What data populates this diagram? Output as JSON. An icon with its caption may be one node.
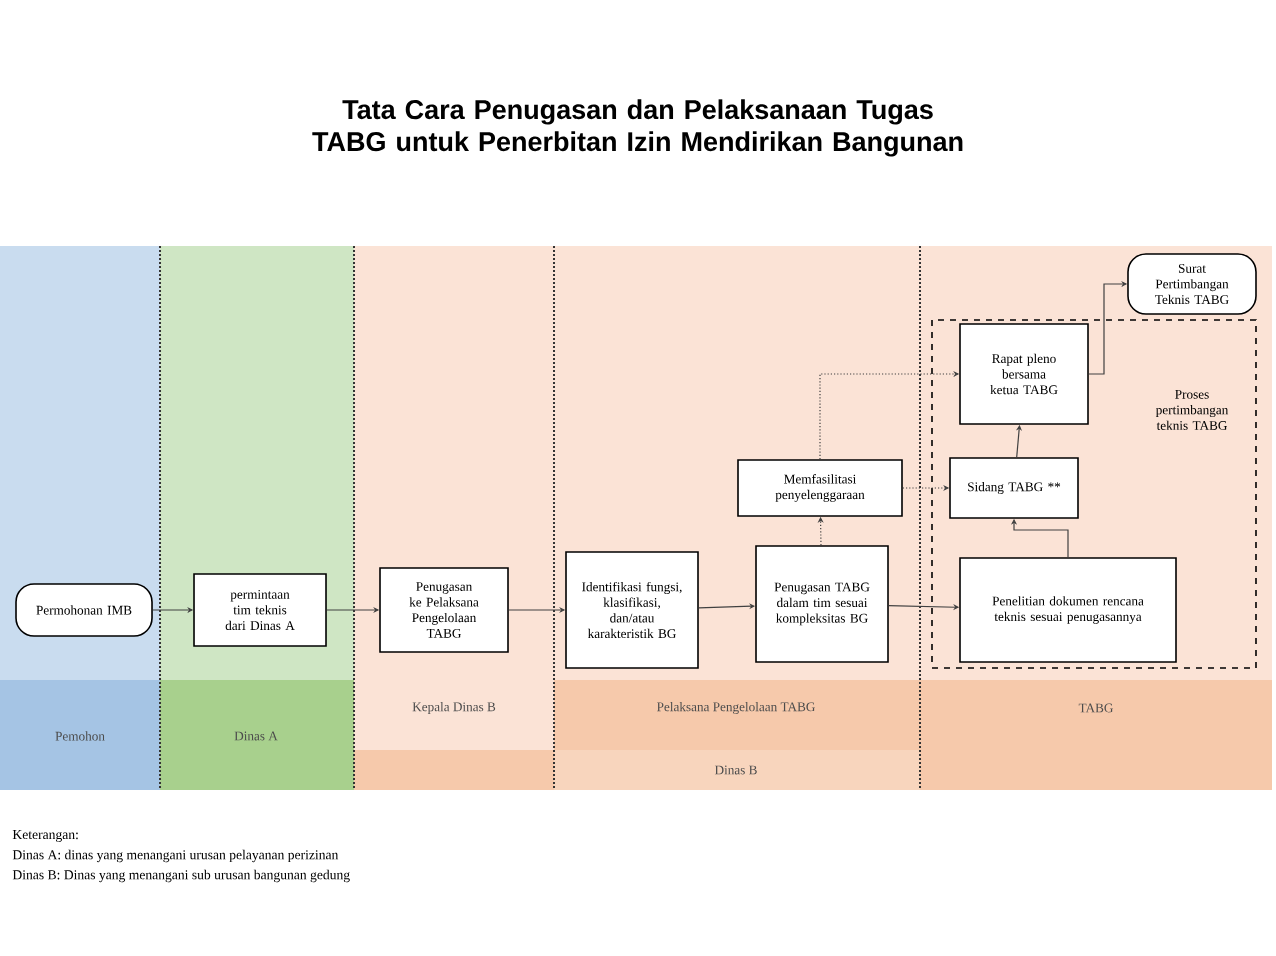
{
  "diagram": {
    "title": "Tata Cara Penugasan dan Pelaksanaan Tugas TABG untuk Penerbitan Izin Mendirikan Bangunan",
    "nodes": [
      {
        "text": [
          "Permohonan IMB"
        ]
      },
      {
        "text": [
          "permintaan tim teknis dari Dinas A"
        ]
      },
      {
        "text": [
          "Penugasan ke Pelaksana Pengelolaan TABG"
        ]
      },
      {
        "text": [
          "Identifikasi fungsi, klasifikasi, dan/atau karakteristik BG"
        ]
      },
      {
        "text": [
          "Penugasan TABG dalam tim sesuai kompleksitas BG"
        ]
      },
      {
        "text": [
          "Memfasilitasi penyelenggaraan"
        ]
      },
      {
        "text": [
          "Proses pertimbangan teknis TABG"
        ]
      },
      {
        "text": [
          "Rapat pleno bersama ketua TABG"
        ],
        "in": 6
      },
      {
        "text": [
          "Sidang TABG **"
        ],
        "in": 6
      },
      {
        "text": [
          "Penelitian dokumen rencana teknis sesuai penugasannya"
        ],
        "in": 6
      },
      {
        "text": [
          "Surat Pertimbangan Teknis TABG"
        ]
      }
    ],
    "edges": [
      {
        "from": 0,
        "to": 1,
        "arrow": "to"
      },
      {
        "from": 1,
        "to": 2,
        "arrow": "to"
      },
      {
        "from": 2,
        "to": 3,
        "arrow": "to"
      },
      {
        "from": 3,
        "to": 4,
        "arrow": "to"
      },
      {
        "from": 4,
        "to": 9,
        "arrow": "to"
      },
      {
        "from": 4,
        "to": 5,
        "arrow": "to",
        "style": "dashed"
      },
      {
        "from": 5,
        "to": 8,
        "arrow": "to",
        "style": "dashed"
      },
      {
        "from": 5,
        "to": 7,
        "arrow": "to",
        "style": "dashed"
      },
      {
        "from": 9,
        "to": 8,
        "arrow": "to"
      },
      {
        "from": 8,
        "to": 7,
        "arrow": "to"
      },
      {
        "from": 7,
        "to": 10,
        "arrow": "to"
      }
    ],
    "labels": [
      "Pemohon",
      "Dinas A",
      "Kepala Dinas B",
      "Pelaksana Pengelolaan TABG",
      "TABG",
      "Dinas B",
      "Keterangan:",
      "Dinas A: dinas yang menangani urusan pelayanan perizinan",
      "Dinas B: Dinas yang menangani sub urusan bangunan gedung"
    ]
  }
}
